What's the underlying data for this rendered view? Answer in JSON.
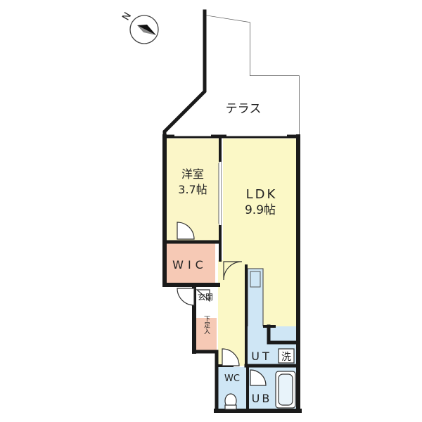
{
  "compass": {
    "north_label": "N",
    "icon": "north-arrow-icon"
  },
  "rooms": {
    "terrace": {
      "label": "テラス"
    },
    "western_room": {
      "label": "洋室",
      "size": "3.7帖",
      "color": "#fbf6c8"
    },
    "ldk": {
      "label": "LDK",
      "size": "9.9帖",
      "color": "#fbf8c6"
    },
    "wic": {
      "label": "WIC",
      "color": "#f6c9b5"
    },
    "entrance": {
      "label": "玄関"
    },
    "shoe_box": {
      "label": "下足入"
    },
    "ut": {
      "label": "UT"
    },
    "washer": {
      "label": "洗"
    },
    "wc": {
      "label": "WC",
      "color": "#cfe6f5"
    },
    "ub": {
      "label": "UB",
      "color": "#cfe6f5"
    }
  },
  "colors": {
    "wall": "#1a1a1a",
    "kitchen": "#cfe6f5",
    "bath": "#cfe6f5"
  }
}
